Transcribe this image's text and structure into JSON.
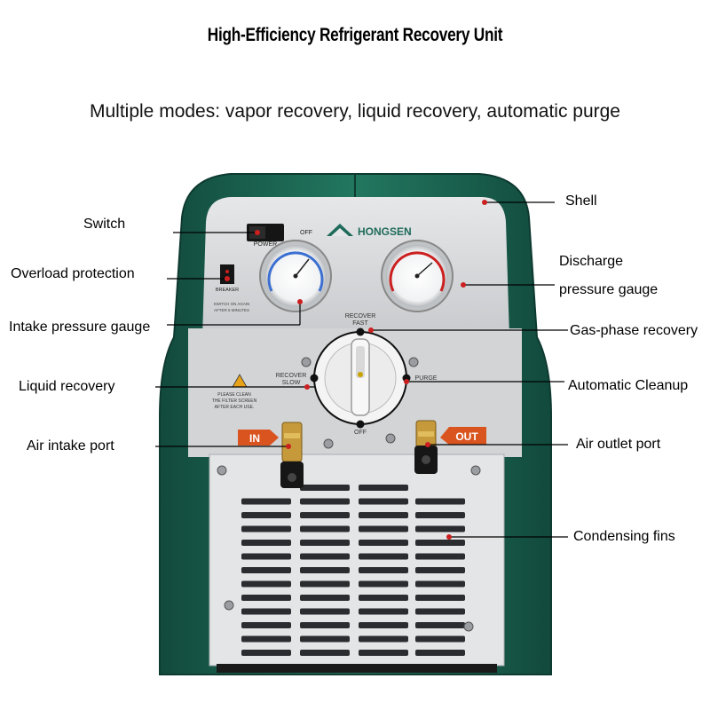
{
  "title": "High-Efficiency Refrigerant Recovery Unit",
  "subtitle": "Multiple modes: vapor recovery, liquid recovery, automatic purge",
  "labels": {
    "shell": "Shell",
    "switch": "Switch",
    "overload_protection": "Overload protection",
    "discharge_line1": "Discharge",
    "discharge_line2": "pressure gauge",
    "intake_pressure_gauge": "Intake pressure gauge",
    "gas_phase_recovery": "Gas-phase recovery",
    "liquid_recovery": "Liquid recovery",
    "automatic_cleanup": "Automatic Cleanup",
    "air_intake_port": "Air intake port",
    "air_outlet_port": "Air outlet port",
    "condensing_fins": "Condensing fins"
  },
  "panel": {
    "brand": "HONGSEN",
    "power": "POWER",
    "off_switch": "OFF",
    "breaker": "BREAKER",
    "breaker_note_1": "SWITCH ON AGAIN",
    "breaker_note_2": "AFTER 5 MINUTES",
    "warning_1": "PLEASE CLEAN",
    "warning_2": "THE FILTER SCREEN",
    "warning_3": "AFTER EACH USE.",
    "knob_top_1": "RECOVER",
    "knob_top_2": "FAST",
    "knob_left_1": "RECOVER",
    "knob_left_2": "SLOW",
    "knob_right": "PURGE",
    "knob_bottom": "OFF",
    "in": "IN",
    "out": "OUT"
  },
  "colors": {
    "shell": "#1f6b5a",
    "shell_dark": "#124a3d",
    "panel": "#d9dadc",
    "red": "#cc1f1f",
    "port_orange": "#d9541e"
  }
}
